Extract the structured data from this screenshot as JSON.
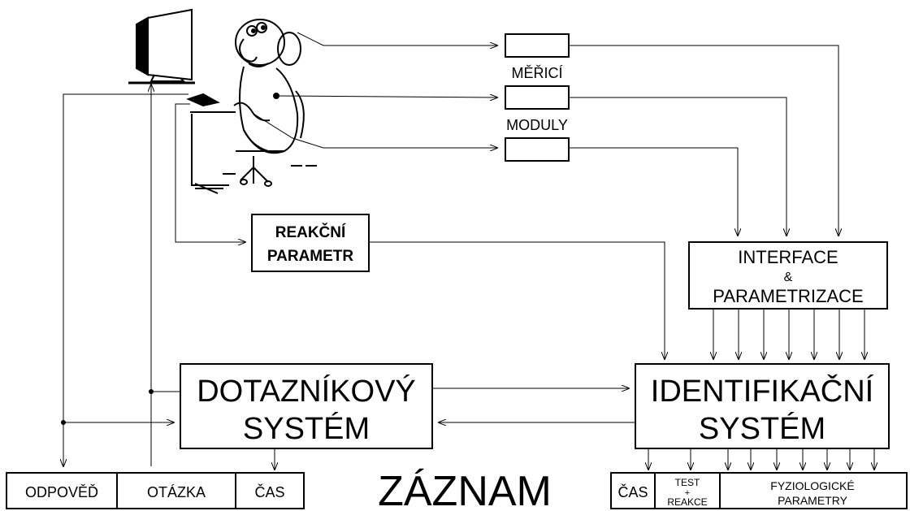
{
  "labels": {
    "merici": "MĚŘICÍ",
    "moduly": "MODULY",
    "reakcni_line1": "REAKČNÍ",
    "reakcni_line2": "PARAMETR",
    "interface_line1": "INTERFACE",
    "interface_amp": "&",
    "interface_line2": "PARAMETRIZACE",
    "dotaznik_line1": "DOTAZNÍKOVÝ",
    "dotaznik_line2": "SYSTÉM",
    "ident_line1": "IDENTIFIKAČNÍ",
    "ident_line2": "SYSTÉM",
    "zaznam": "ZÁZNAM",
    "left_record": [
      "ODPOVĚĎ",
      "OTÁZKA",
      "ČAS"
    ],
    "right_cas": "ČAS",
    "right_test": "TEST",
    "right_plus": "+",
    "right_reakce": "REAKCE",
    "right_fyz_line1": "FYZIOLOGICKÉ",
    "right_fyz_line2": "PARAMETRY"
  }
}
